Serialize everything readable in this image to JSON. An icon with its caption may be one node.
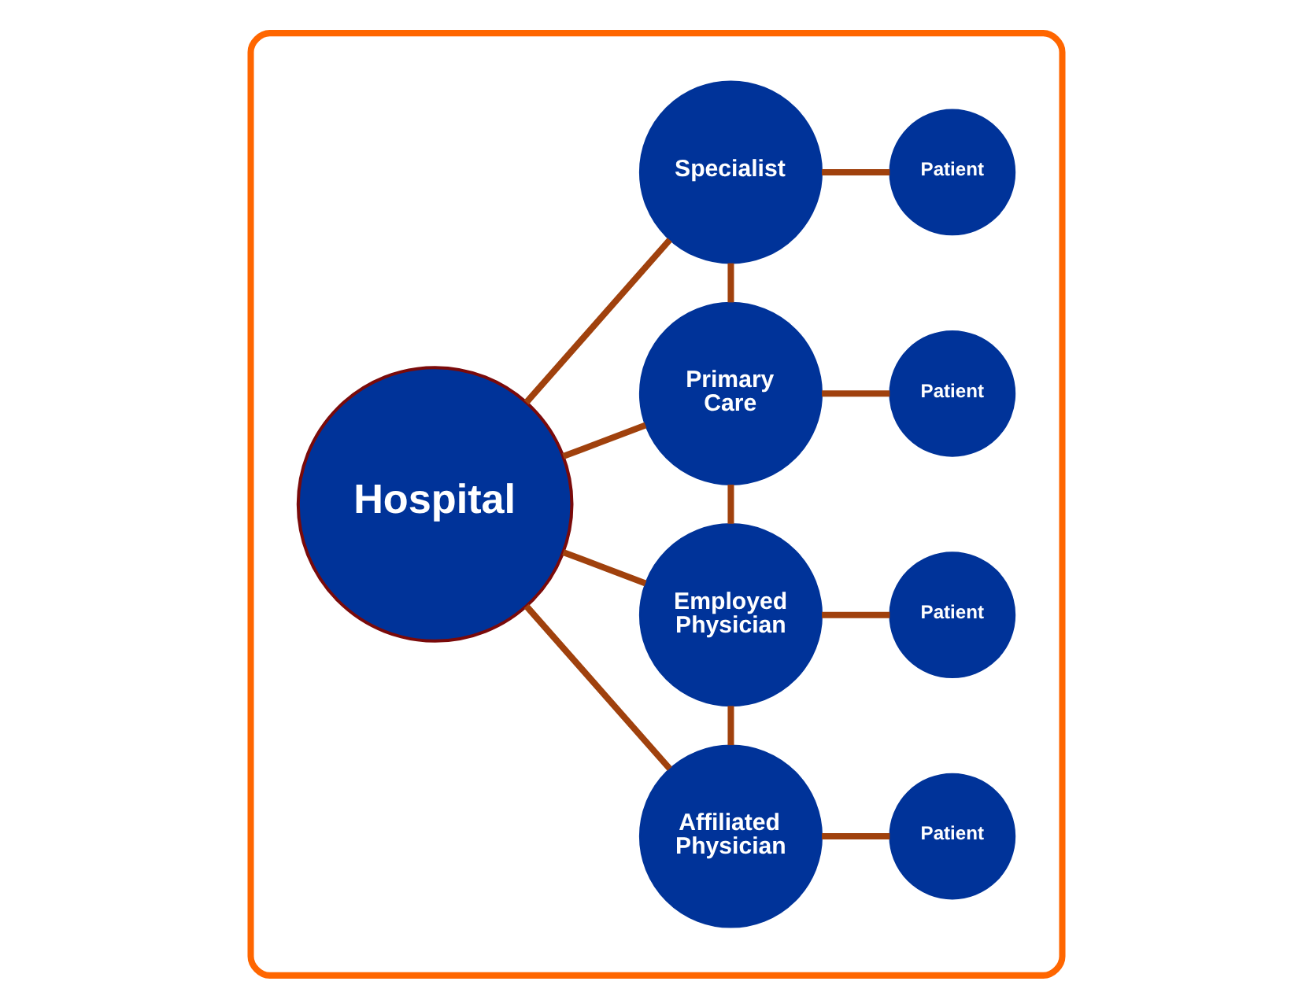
{
  "diagram": {
    "nodes": [
      {
        "text": [],
        "shape": "box"
      },
      {
        "text": [
          "Hospital"
        ],
        "in": 0
      },
      {
        "text": [
          "Affiliated Physician"
        ],
        "in": 0
      },
      {
        "text": [
          "Patient"
        ],
        "in": 0
      },
      {
        "text": [
          "Employed Physician"
        ],
        "in": 0
      },
      {
        "text": [
          "Patient"
        ],
        "in": 0
      },
      {
        "text": [
          "Primary Care"
        ],
        "in": 0
      },
      {
        "text": [
          "Patient"
        ],
        "in": 0
      },
      {
        "text": [
          "Specialist"
        ],
        "in": 0
      },
      {
        "text": [
          "Patient"
        ],
        "in": 0
      }
    ],
    "edges": [
      {
        "from": 1,
        "to": 2,
        "arrow": "none"
      },
      {
        "from": 1,
        "to": 4,
        "arrow": "none"
      },
      {
        "from": 1,
        "to": 6,
        "arrow": "none"
      },
      {
        "from": 1,
        "to": 8,
        "arrow": "none"
      },
      {
        "from": 2,
        "to": 4,
        "arrow": "none"
      },
      {
        "from": 4,
        "to": 6,
        "arrow": "none"
      },
      {
        "from": 6,
        "to": 8,
        "arrow": "none"
      },
      {
        "from": 2,
        "to": 3,
        "arrow": "none"
      },
      {
        "from": 4,
        "to": 5,
        "arrow": "none"
      },
      {
        "from": 6,
        "to": 7,
        "arrow": "none"
      },
      {
        "from": 8,
        "to": 9,
        "arrow": "none"
      }
    ]
  }
}
